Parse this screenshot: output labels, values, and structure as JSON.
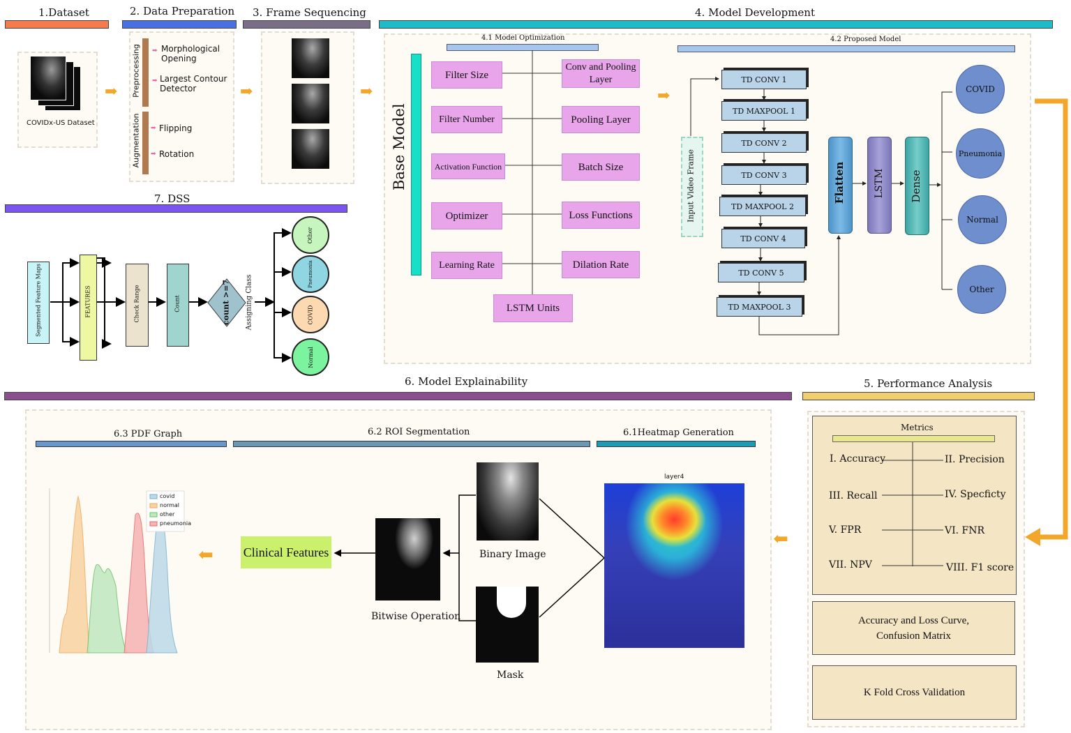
{
  "sections": {
    "dataset": "1.Dataset",
    "data_prep": "2. Data Preparation",
    "frame_seq": "3. Frame Sequencing",
    "model_dev": "4. Model Development",
    "model_opt": "4.1 Model Optimization",
    "proposed": "4.2 Proposed Model",
    "perf": "5. Performance Analysis",
    "explain": "6. Model Explainability",
    "dss": "7. DSS",
    "pdf": "6.3 PDF Graph",
    "roi": "6.2 ROI Segmentation",
    "heatmap": "6.1Heatmap Generation"
  },
  "dataset_label": "COVIDx-US Dataset",
  "prep": {
    "preprocessing": "Preprocessing",
    "augmentation": "Augmentation",
    "morph": "Morphological Opening",
    "contour": "Largest Contour Detector",
    "flipping": "Flipping",
    "rotation": "Rotation"
  },
  "base_model": "Base Model",
  "opt_left": [
    "Filter Size",
    "Filter Number",
    "Activation Function",
    "Optimizer",
    "Learning Rate"
  ],
  "opt_right": [
    "Conv and Pooling Layer",
    "Pooling Layer",
    "Batch Size",
    "Loss Functions",
    "Dilation Rate"
  ],
  "opt_bottom": "LSTM Units",
  "input_frame": "Input Video Frame",
  "td_layers": [
    "TD CONV 1",
    "TD MAXPOOL 1",
    "TD CONV 2",
    "TD CONV 3",
    "TD MAXPOOL 2",
    "TD CONV 4",
    "TD CONV 5",
    "TD MAXPOOL 3"
  ],
  "cylinders": [
    "Flatten",
    "LSTM",
    "Dense"
  ],
  "classes": [
    "COVID",
    "Pneumonia",
    "Normal",
    "Other"
  ],
  "metrics": {
    "title": "Metrics",
    "left": [
      "I. Accuracy",
      "III. Recall",
      "V. FPR",
      "VII. NPV"
    ],
    "right": [
      "II. Precision",
      "IV. Specficty",
      "VI. FNR",
      "VIII. F1 score"
    ]
  },
  "perf_boxes": [
    "Accuracy and Loss Curve, Confusion Matrix",
    "K Fold Cross Validation"
  ],
  "dss": {
    "seg": "Segmented Feature Maps",
    "features": "FEATURES",
    "check": "Check Range",
    "count": "Count",
    "cond": "count >=7",
    "assign": "Assigning Class",
    "out": [
      "Other",
      "Pneumonia",
      "COVID",
      "Normal"
    ]
  },
  "roi": {
    "clinical": "Clinical Features",
    "bitwise": "Bitwise Operation",
    "binary": "Binary Image",
    "mask": "Mask",
    "heat_title": "layer4"
  },
  "pdf_legend": [
    "covid",
    "normal",
    "other",
    "pneumonia"
  ],
  "colors": {
    "dataset": "#f47b4d",
    "prep": "#4a6fe0",
    "frame": "#7a6d86",
    "model": "#1fbcc8",
    "dss": "#7a55ef",
    "explain": "#8a4e8e",
    "perf": "#f2cf6e",
    "pink": "#e8a5ea",
    "accent": "#f2a72a"
  }
}
